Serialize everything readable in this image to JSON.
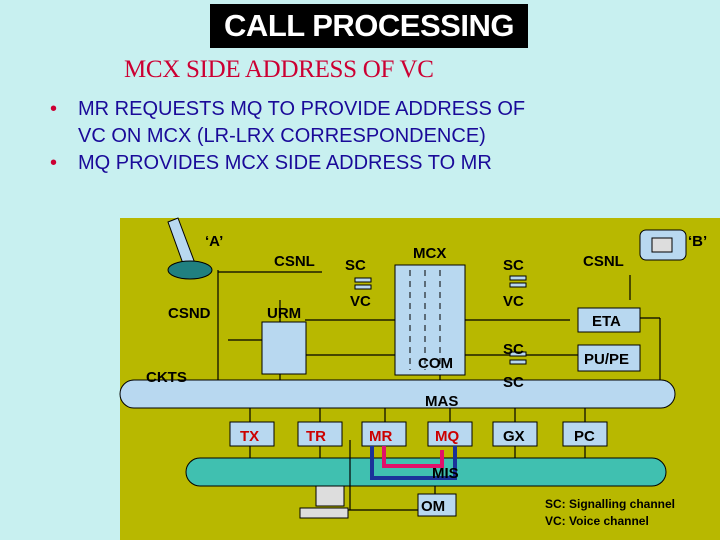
{
  "title": "CALL PROCESSING",
  "subtitle": "MCX SIDE ADDRESS OF VC",
  "bullets": [
    {
      "line1": "MR REQUESTS MQ TO PROVIDE ADDRESS OF",
      "line2": "VC ON MCX   (LR-LRX CORRESPONDENCE)"
    },
    {
      "line1": "MQ  PROVIDES MCX SIDE ADDRESS TO MR",
      "line2": ""
    }
  ],
  "colors": {
    "background": "#c8f0f0",
    "diagram_bg": "#b8b800",
    "box_fill": "#b8d8f0",
    "highlight_blue": "#1a3399",
    "highlight_pink": "#e0106a",
    "red_label": "#cc0000"
  },
  "diagram": {
    "subscriber_a": "‘A’",
    "subscriber_b": "‘B’",
    "csnl_left": "CSNL",
    "sc_left": "SC",
    "mcx": "MCX",
    "sc_right": "SC",
    "csnl_right": "CSNL",
    "csnd": "CSND",
    "urm": "URM",
    "vc_left": "VC",
    "vc_right": "VC",
    "eta": "ETA",
    "com": "COM",
    "sc_mid": "SC",
    "pu_pe": "PU/PE",
    "ckts": "CKTS",
    "sc_low": "SC",
    "mas": "MAS",
    "tx": "TX",
    "tr": "TR",
    "mr": "MR",
    "mq": "MQ",
    "gx": "GX",
    "pc": "PC",
    "mis": "MIS",
    "om": "OM",
    "legend_sc": "SC: Signalling  channel",
    "legend_vc": "VC: Voice channel"
  }
}
